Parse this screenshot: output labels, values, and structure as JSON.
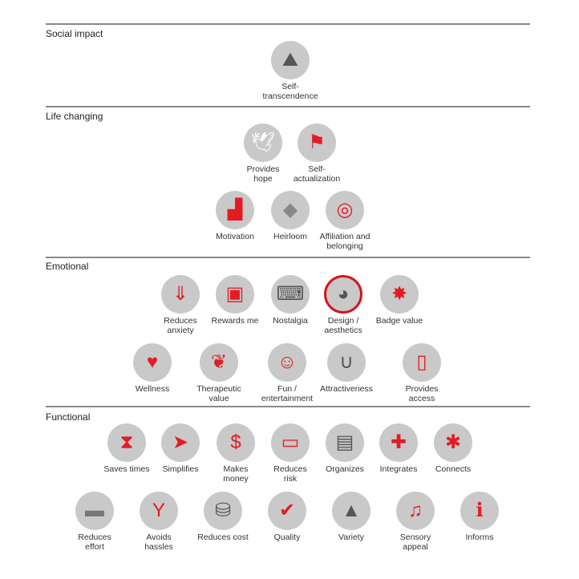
{
  "colors": {
    "accent": "#e31c23",
    "dark": "#555555",
    "circle": "#c9c9c9",
    "line": "#8a8a8a"
  },
  "sections": [
    {
      "title": "Social impact",
      "rows": [
        [
          {
            "label": "Self-\ntranscendence",
            "icon": "helping-climber-icon"
          }
        ]
      ]
    },
    {
      "title": "Life changing",
      "rows": [
        [
          {
            "label": "Provides\nhope",
            "icon": "dove-icon"
          },
          {
            "label": "Self-\nactualization",
            "icon": "summit-flag-icon"
          }
        ],
        [
          {
            "label": "Motivation",
            "icon": "stairs-runner-icon"
          },
          {
            "label": "Heirloom",
            "icon": "diamond-icon"
          },
          {
            "label": "Affiliation and\nbelonging",
            "icon": "people-circle-icon"
          }
        ]
      ]
    },
    {
      "title": "Emotional",
      "rows": [
        [
          {
            "label": "Reduces\nanxiety",
            "icon": "down-arrows-icon"
          },
          {
            "label": "Rewards me",
            "icon": "gift-icon"
          },
          {
            "label": "Nostalgia",
            "icon": "typewriter-icon"
          },
          {
            "label": "Design /\naesthetics",
            "icon": "palette-icon",
            "highlight": true
          },
          {
            "label": "Badge value",
            "icon": "badge-person-icon"
          }
        ],
        [
          {
            "label": "Wellness",
            "icon": "heartbeat-icon"
          },
          {
            "label": "Therapeutic\nvalue",
            "icon": "leaf-icon"
          },
          {
            "label": "Fun /\nentertainment",
            "icon": "chat-smiley-icon"
          },
          {
            "label": "Attractiveness",
            "icon": "magnet-icon"
          },
          {
            "label": "Provides\naccess",
            "icon": "door-icon"
          }
        ]
      ]
    },
    {
      "title": "Functional",
      "rows": [
        [
          {
            "label": "Saves times",
            "icon": "hourglass-icon"
          },
          {
            "label": "Simplifies",
            "icon": "merge-arrow-icon"
          },
          {
            "label": "Makes\nmoney",
            "icon": "laptop-dollar-icon"
          },
          {
            "label": "Reduces\nrisk",
            "icon": "seatbelt-icon"
          },
          {
            "label": "Organizes",
            "icon": "folder-icon"
          },
          {
            "label": "Integrates",
            "icon": "puzzle-icon"
          },
          {
            "label": "Connects",
            "icon": "network-icon"
          }
        ],
        [
          {
            "label": "Reduces\neffort",
            "icon": "seesaw-icon"
          },
          {
            "label": "Avoids\nhassles",
            "icon": "split-arrow-icon"
          },
          {
            "label": "Reduces cost",
            "icon": "coins-icon"
          },
          {
            "label": "Quality",
            "icon": "checkmark-icon"
          },
          {
            "label": "Variety",
            "icon": "shapes-icon"
          },
          {
            "label": "Sensory\nappeal",
            "icon": "ear-icon"
          },
          {
            "label": "Informs",
            "icon": "info-icon"
          }
        ]
      ]
    }
  ]
}
